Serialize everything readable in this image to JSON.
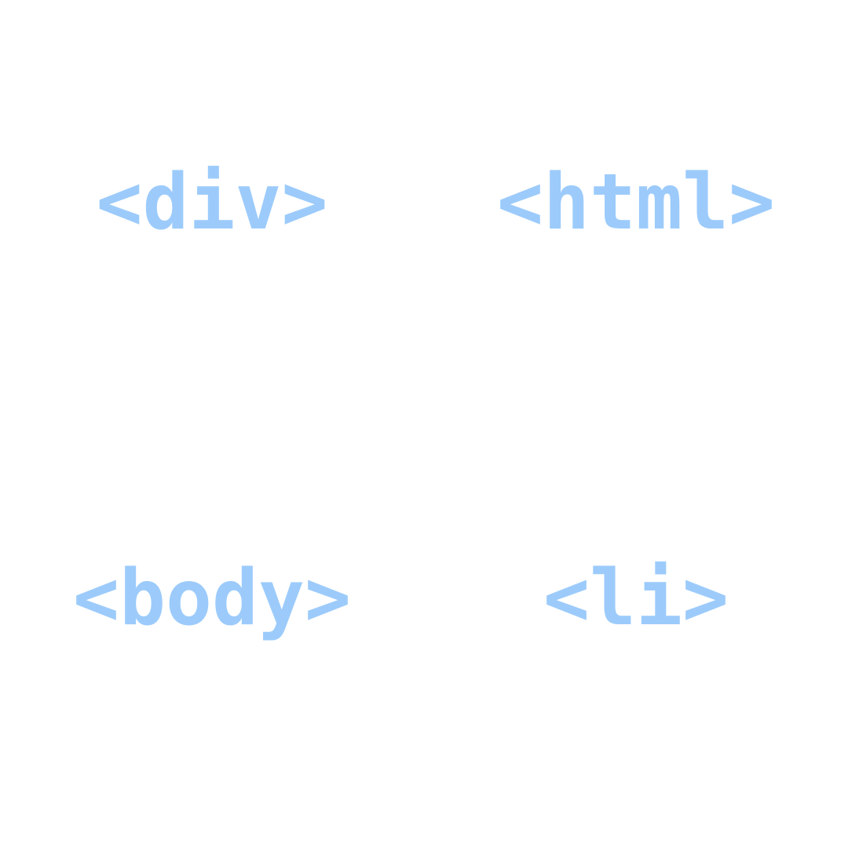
{
  "colors": {
    "background": "#ffffff",
    "tag_text": "#9ccbfb"
  },
  "tags": [
    {
      "label": "<div>"
    },
    {
      "label": "<html>"
    },
    {
      "label": "<body>"
    },
    {
      "label": "<li>"
    }
  ]
}
